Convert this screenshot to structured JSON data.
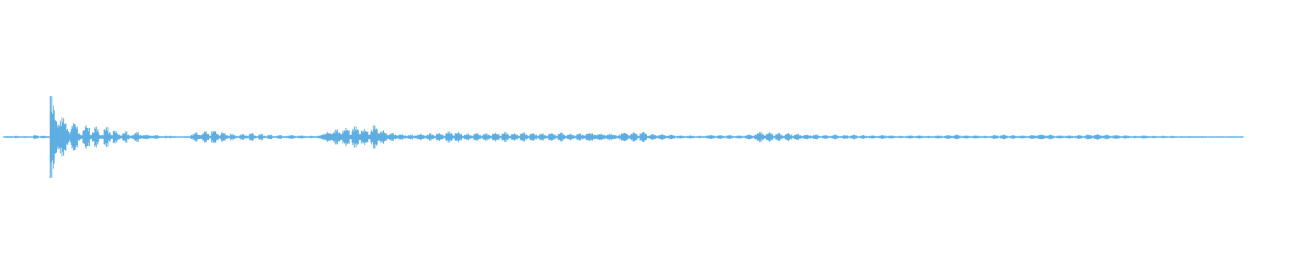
{
  "waveform": {
    "color": "#5dade2",
    "background": "#ffffff",
    "amplitude_scale": 60,
    "envelope": [
      0.01,
      0.02,
      0.02,
      0.02,
      0.01,
      0.03,
      0.02,
      0.01,
      0.02,
      0.02,
      0.01,
      0.01,
      0.02,
      0.05,
      0.04,
      0.01,
      0.03,
      0.03,
      0.02,
      0.02,
      1.0,
      0.8,
      0.45,
      0.3,
      0.4,
      0.48,
      0.36,
      0.2,
      0.12,
      0.28,
      0.36,
      0.26,
      0.1,
      0.05,
      0.18,
      0.3,
      0.22,
      0.06,
      0.12,
      0.26,
      0.18,
      0.05,
      0.05,
      0.2,
      0.24,
      0.12,
      0.05,
      0.16,
      0.14,
      0.06,
      0.04,
      0.1,
      0.14,
      0.06,
      0.03,
      0.05,
      0.1,
      0.12,
      0.05,
      0.04,
      0.05,
      0.06,
      0.04,
      0.03,
      0.04,
      0.05,
      0.03,
      0.02,
      0.02,
      0.03,
      0.02,
      0.03,
      0.02,
      0.02,
      0.01,
      0.01,
      0.01,
      0.02,
      0.02,
      0.01,
      0.05,
      0.08,
      0.12,
      0.06,
      0.05,
      0.1,
      0.14,
      0.08,
      0.04,
      0.14,
      0.16,
      0.08,
      0.04,
      0.12,
      0.1,
      0.05,
      0.03,
      0.08,
      0.06,
      0.03,
      0.02,
      0.06,
      0.07,
      0.04,
      0.03,
      0.08,
      0.1,
      0.04,
      0.02,
      0.06,
      0.08,
      0.03,
      0.02,
      0.05,
      0.06,
      0.02,
      0.02,
      0.04,
      0.05,
      0.02,
      0.02,
      0.03,
      0.04,
      0.05,
      0.03,
      0.02,
      0.03,
      0.04,
      0.03,
      0.02,
      0.02,
      0.03,
      0.02,
      0.02,
      0.03,
      0.04,
      0.06,
      0.08,
      0.12,
      0.1,
      0.08,
      0.14,
      0.18,
      0.12,
      0.08,
      0.16,
      0.22,
      0.18,
      0.06,
      0.2,
      0.26,
      0.2,
      0.08,
      0.16,
      0.2,
      0.14,
      0.06,
      0.18,
      0.28,
      0.22,
      0.1,
      0.14,
      0.16,
      0.1,
      0.05,
      0.08,
      0.1,
      0.06,
      0.04,
      0.06,
      0.07,
      0.04,
      0.03,
      0.05,
      0.06,
      0.03,
      0.04,
      0.06,
      0.08,
      0.05,
      0.03,
      0.06,
      0.09,
      0.06,
      0.03,
      0.08,
      0.1,
      0.06,
      0.03,
      0.1,
      0.14,
      0.1,
      0.04,
      0.1,
      0.13,
      0.08,
      0.03,
      0.06,
      0.08,
      0.05,
      0.03,
      0.08,
      0.1,
      0.06,
      0.03,
      0.07,
      0.09,
      0.06,
      0.03,
      0.08,
      0.11,
      0.07,
      0.03,
      0.09,
      0.12,
      0.08,
      0.03,
      0.07,
      0.09,
      0.06,
      0.03,
      0.09,
      0.11,
      0.07,
      0.03,
      0.08,
      0.1,
      0.06,
      0.03,
      0.07,
      0.09,
      0.05,
      0.03,
      0.08,
      0.1,
      0.06,
      0.03,
      0.08,
      0.11,
      0.07,
      0.03,
      0.06,
      0.08,
      0.05,
      0.03,
      0.07,
      0.09,
      0.06,
      0.04,
      0.08,
      0.1,
      0.09,
      0.06,
      0.05,
      0.07,
      0.08,
      0.06,
      0.04,
      0.06,
      0.08,
      0.06,
      0.05,
      0.03,
      0.06,
      0.09,
      0.11,
      0.08,
      0.04,
      0.08,
      0.12,
      0.08,
      0.03,
      0.09,
      0.13,
      0.09,
      0.03,
      0.05,
      0.07,
      0.05,
      0.03,
      0.05,
      0.07,
      0.05,
      0.03,
      0.04,
      0.06,
      0.04,
      0.02,
      0.03,
      0.04,
      0.03,
      0.02,
      0.03,
      0.04,
      0.03,
      0.02,
      0.02,
      0.03,
      0.02,
      0.02,
      0.03,
      0.04,
      0.05,
      0.04,
      0.02,
      0.04,
      0.05,
      0.03,
      0.02,
      0.04,
      0.05,
      0.03,
      0.02,
      0.03,
      0.04,
      0.03,
      0.02,
      0.04,
      0.06,
      0.05,
      0.03,
      0.06,
      0.1,
      0.13,
      0.08,
      0.04,
      0.08,
      0.12,
      0.08,
      0.03,
      0.07,
      0.1,
      0.06,
      0.03,
      0.07,
      0.1,
      0.06,
      0.03,
      0.06,
      0.08,
      0.05,
      0.03,
      0.05,
      0.06,
      0.04,
      0.03,
      0.05,
      0.06,
      0.03,
      0.02,
      0.04,
      0.05,
      0.03,
      0.02,
      0.04,
      0.06,
      0.04,
      0.02,
      0.03,
      0.05,
      0.04,
      0.02,
      0.04,
      0.06,
      0.04,
      0.02,
      0.03,
      0.05,
      0.03,
      0.02,
      0.03,
      0.04,
      0.03,
      0.02,
      0.03,
      0.05,
      0.04,
      0.02,
      0.03,
      0.04,
      0.03,
      0.02,
      0.02,
      0.03,
      0.02,
      0.02,
      0.03,
      0.04,
      0.03,
      0.02,
      0.03,
      0.04,
      0.03,
      0.02,
      0.02,
      0.03,
      0.02,
      0.02,
      0.03,
      0.04,
      0.03,
      0.02,
      0.03,
      0.05,
      0.04,
      0.03,
      0.04,
      0.06,
      0.04,
      0.02,
      0.03,
      0.04,
      0.03,
      0.02,
      0.03,
      0.04,
      0.03,
      0.02,
      0.02,
      0.03,
      0.02,
      0.02,
      0.03,
      0.05,
      0.04,
      0.02,
      0.04,
      0.06,
      0.04,
      0.02,
      0.03,
      0.05,
      0.03,
      0.02,
      0.03,
      0.04,
      0.03,
      0.02,
      0.03,
      0.05,
      0.04,
      0.03,
      0.05,
      0.06,
      0.05,
      0.03,
      0.04,
      0.06,
      0.04,
      0.02,
      0.03,
      0.04,
      0.03,
      0.02,
      0.03,
      0.04,
      0.03,
      0.02,
      0.03,
      0.05,
      0.04,
      0.02,
      0.04,
      0.06,
      0.05,
      0.03,
      0.05,
      0.07,
      0.05,
      0.03,
      0.04,
      0.06,
      0.04,
      0.02,
      0.04,
      0.05,
      0.04,
      0.02,
      0.03,
      0.04,
      0.03,
      0.02,
      0.02,
      0.03,
      0.02,
      0.02,
      0.03,
      0.04,
      0.03,
      0.02,
      0.02,
      0.03,
      0.02,
      0.01,
      0.02,
      0.03,
      0.02,
      0.01,
      0.02,
      0.03,
      0.02,
      0.01,
      0.01,
      0.02,
      0.01,
      0.01,
      0.02,
      0.02,
      0.01,
      0.01,
      0.01,
      0.02,
      0.01,
      0.01,
      0.01,
      0.01,
      0.01,
      0.01,
      0.01,
      0.01,
      0.01,
      0.0,
      0.01,
      0.01,
      0.0,
      0.01,
      0.01,
      0.0,
      0.0,
      0.01
    ]
  }
}
